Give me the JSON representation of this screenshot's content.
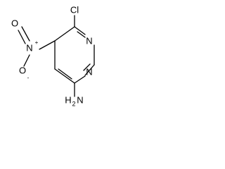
{
  "molecule": {
    "atoms": {
      "chlorine": "Cl",
      "ring_nitrogen_top": "N",
      "ring_nitrogen_bottom": "N",
      "nitro_nitrogen": "N",
      "nitro_nitrogen_charge": "+",
      "nitro_oxygen_top": "O",
      "nitro_oxygen_left": "O",
      "nitro_oxygen_left_charge": "-",
      "amine_element": "H",
      "amine_subscript": "2",
      "amine_nitrogen": "N"
    },
    "colors": {
      "bond": "#000000",
      "label": "#000000",
      "background": "#ffffff"
    }
  }
}
